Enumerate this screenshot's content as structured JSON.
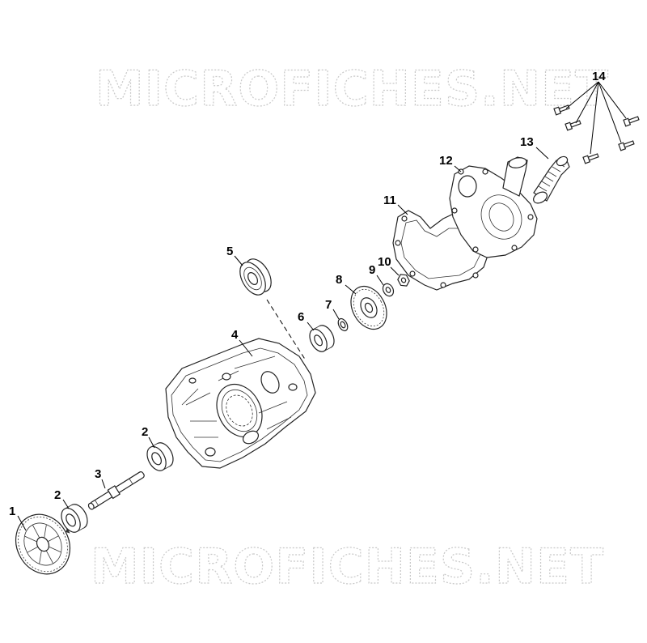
{
  "watermark": {
    "top": "MICROFICHES.NET",
    "bottom": "MICROFICHES.NET"
  },
  "callouts": {
    "c1": "1",
    "c2a": "2",
    "c2b": "2",
    "c3": "3",
    "c4": "4",
    "c5": "5",
    "c6": "6",
    "c7": "7",
    "c8": "8",
    "c9": "9",
    "c10": "10",
    "c11": "11",
    "c12": "12",
    "c13": "13",
    "c14": "14"
  },
  "parts": [
    {
      "ref": "1",
      "icon": "gear-icon"
    },
    {
      "ref": "2",
      "icon": "bearing-icon"
    },
    {
      "ref": "3",
      "icon": "shaft-icon"
    },
    {
      "ref": "4",
      "icon": "housing-icon"
    },
    {
      "ref": "5",
      "icon": "seal-icon"
    },
    {
      "ref": "6",
      "icon": "seal-ring-icon"
    },
    {
      "ref": "7",
      "icon": "washer-icon"
    },
    {
      "ref": "8",
      "icon": "impeller-icon"
    },
    {
      "ref": "9",
      "icon": "washer-icon"
    },
    {
      "ref": "10",
      "icon": "nut-icon"
    },
    {
      "ref": "11",
      "icon": "gasket-icon"
    },
    {
      "ref": "12",
      "icon": "pump-cover-icon"
    },
    {
      "ref": "13",
      "icon": "hose-elbow-icon"
    },
    {
      "ref": "14",
      "icon": "bolt-icon"
    }
  ]
}
